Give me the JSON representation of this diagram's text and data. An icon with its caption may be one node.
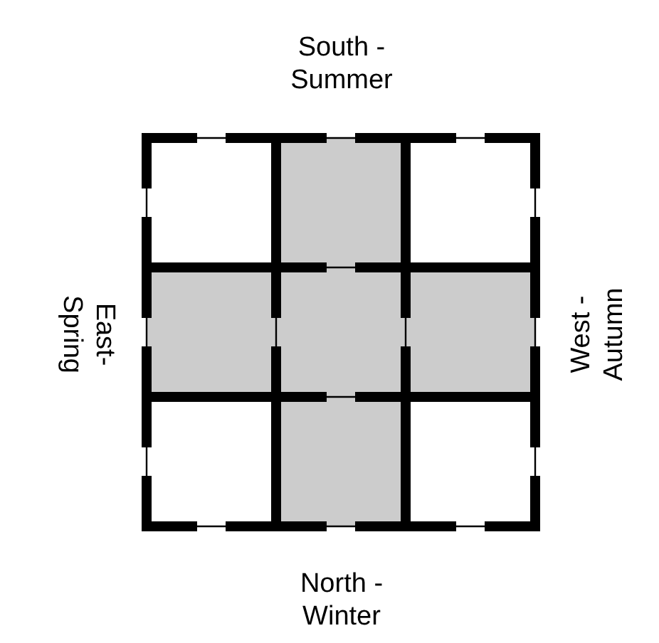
{
  "diagram": {
    "labels": [
      "South - Summer",
      "East- Spring",
      "West - Autumn",
      "North - Winter"
    ]
  }
}
